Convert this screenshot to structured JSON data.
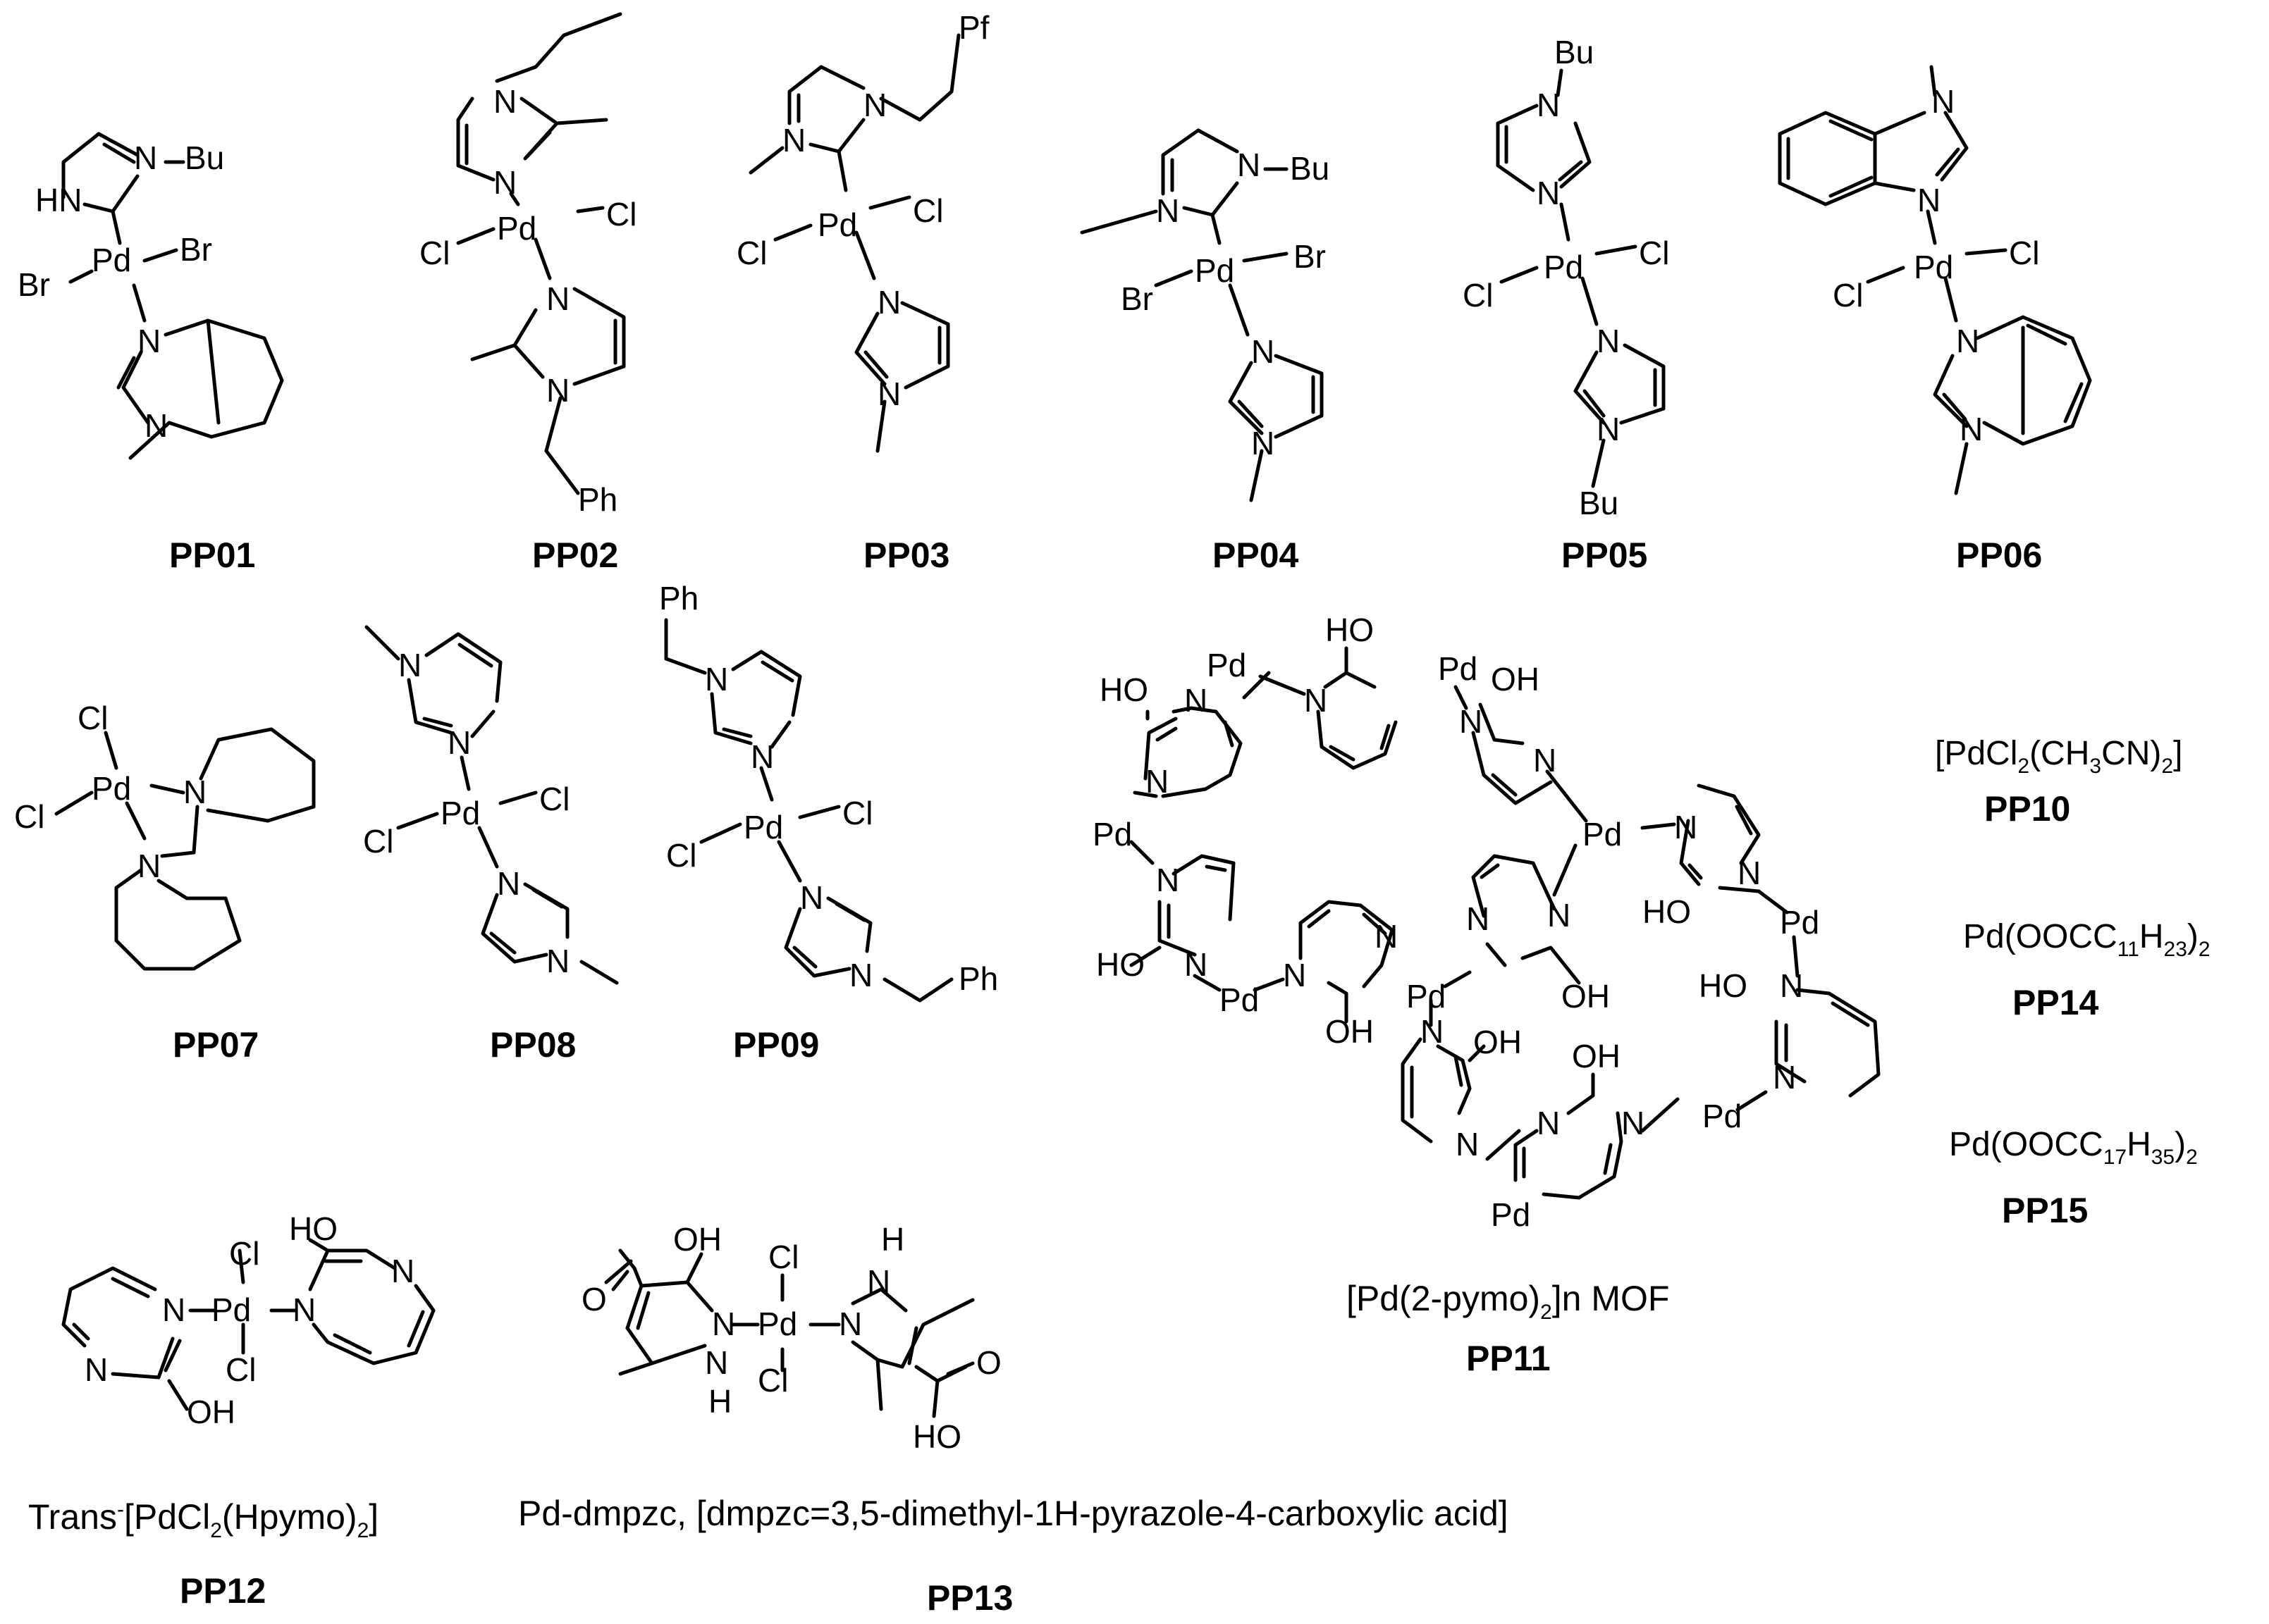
{
  "labels": {
    "pp01": "PP01",
    "pp02": "PP02",
    "pp03": "PP03",
    "pp04": "PP04",
    "pp05": "PP05",
    "pp06": "PP06",
    "pp07": "PP07",
    "pp08": "PP08",
    "pp09": "PP09",
    "pp10": "PP10",
    "pp11": "PP11",
    "pp12": "PP12",
    "pp13": "PP13",
    "pp14": "PP14",
    "pp15": "PP15"
  },
  "atoms": {
    "pd": "Pd",
    "cl": "Cl",
    "br": "Br",
    "n": "N",
    "hn": "HN",
    "nh": "NH",
    "h": "H",
    "bu": "Bu",
    "ph": "Ph",
    "pf": "Pf",
    "ho": "HO",
    "oh": "OH",
    "o": "O",
    "n_bu": "N–Bu"
  },
  "formulas": {
    "pp10": {
      "a": "[PdCl",
      "s1": "2",
      "b": "(CH",
      "s2": "3",
      "c": "CN)",
      "s3": "2",
      "d": "]"
    },
    "pp14": {
      "a": "Pd(OOCC",
      "s1": "11",
      "b": "H",
      "s2": "23",
      "c": ")",
      "s3": "2"
    },
    "pp15": {
      "a": "Pd(OOCC",
      "s1": "17",
      "b": "H",
      "s2": "35",
      "c": ")",
      "s3": "2"
    }
  },
  "captions": {
    "pp11": {
      "a": "[Pd(2-pymo)",
      "s1": "2",
      "b": "]n MOF"
    },
    "pp12": {
      "a": "Trans",
      "dash": "-",
      "b": "[PdCl",
      "s1": "2",
      "c": "(Hpymo)",
      "s2": "2",
      "d": "]"
    },
    "pp13": "Pd-dmpzc, [dmpzc=3,5-dimethyl-1H-pyrazole-4-carboxylic acid]"
  }
}
